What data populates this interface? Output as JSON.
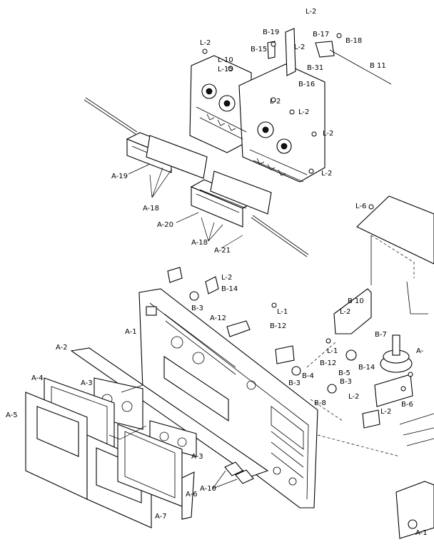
{
  "labels": {
    "L2_a": "L-2",
    "B19": "B-19",
    "B17": "B-17",
    "B18": "B-18",
    "B15": "B-15",
    "L2_b": "L-2",
    "L10": "L-10",
    "L15": "L-15",
    "L2_c": "L-2",
    "B31": "B-31",
    "B11": "B 11",
    "B16": "B-16",
    "L2_d": "L-2",
    "L2_e": "L-2",
    "L2_f": "L-2",
    "L2_g": "L-2",
    "A19": "A-19",
    "A18_a": "A-18",
    "A20": "A-20",
    "A18_b": "A-18",
    "A21": "A-21",
    "L6": "L-6",
    "L2_h": "L-2",
    "B14_a": "B-14",
    "B3_a": "B-3",
    "B10": "B 10",
    "L1_a": "L-1",
    "A12": "A-12",
    "B12_a": "B-12",
    "L2_i": "L-2",
    "A1_a": "A-1",
    "B7": "B-7",
    "A_partial": "A-",
    "L1_b": "L-1",
    "B4": "B-4",
    "B12_b": "B-12",
    "B5": "B-5",
    "B14_b": "B-14",
    "A2": "A-2",
    "B3_b": "B-3",
    "B3_c": "B-3",
    "B8": "B-8",
    "L2_j": "L-2",
    "B6": "B-6",
    "L2_k": "L-2",
    "A4": "A-4",
    "A3_a": "A-3",
    "A5": "A-5",
    "A3_b": "A-3",
    "A10": "A-10",
    "A6": "A-6",
    "A7": "A-7",
    "A1_b": "A-1"
  }
}
